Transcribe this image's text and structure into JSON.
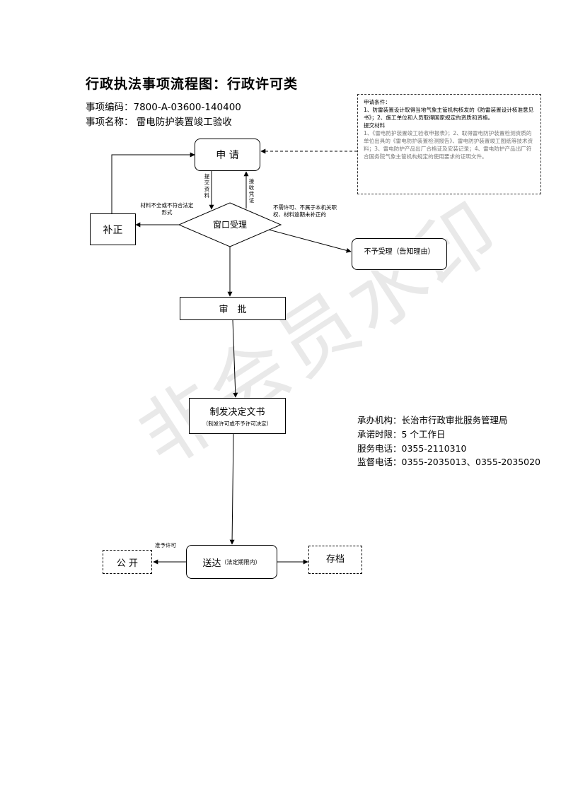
{
  "title": "行政执法事项流程图：行政许可类",
  "item_code_label": "事项编码：",
  "item_code": "7800-A-03600-140400",
  "item_name_label": "事项名称：",
  "item_name": "雷电防护装置竣工验收",
  "watermark": "非会员水印",
  "conditions": {
    "heading": "申请条件：",
    "text": "1、防雷装置设计取得当地气象主管机构核发的《防雷装置设计核准意见书》；2、施工单位和人员取得国家规定的资质和资格。",
    "materials_heading": "提交材料",
    "materials": "1、《雷电防护装置竣工验收申报表》；2、取得雷电防护装置检测资质的单位出具的《雷电防护装置检测报告》、雷电防护装置竣工图纸等技术资料；3、雷电防护产品出厂合格证及安装记录；4、雷电防护产品出厂符合国务院气象主管机构规定的使用要求的证明文件。"
  },
  "nodes": {
    "apply": "申 请",
    "window": "窗口受理",
    "supplement": "补正",
    "reject": "不予受理（告知理由）",
    "approve": "审　批",
    "decision": "制发决定文书",
    "decision_sub": "（制发许可或不予许可决定）",
    "deliver": "送达",
    "deliver_sub": "（法定期限内）",
    "publish": "公 开",
    "archive": "存档"
  },
  "edge_labels": {
    "submit": "提交资料",
    "receipt": "接收凭证",
    "incomplete": "材料不全或不符合法定形式",
    "not_permitted": "不需许可、不属于本机关职权、材料逾期未补正的",
    "grant": "准予许可"
  },
  "info": {
    "agency_label": "承办机构：",
    "agency": "长治市行政审批服务管理局",
    "time_label": "承诺时限：",
    "time": "5 个工作日",
    "service_label": "服务电话：",
    "service": "0355-2110310",
    "supervise_label": "监督电话：",
    "supervise": "0355-2035013、0355-2035020"
  }
}
